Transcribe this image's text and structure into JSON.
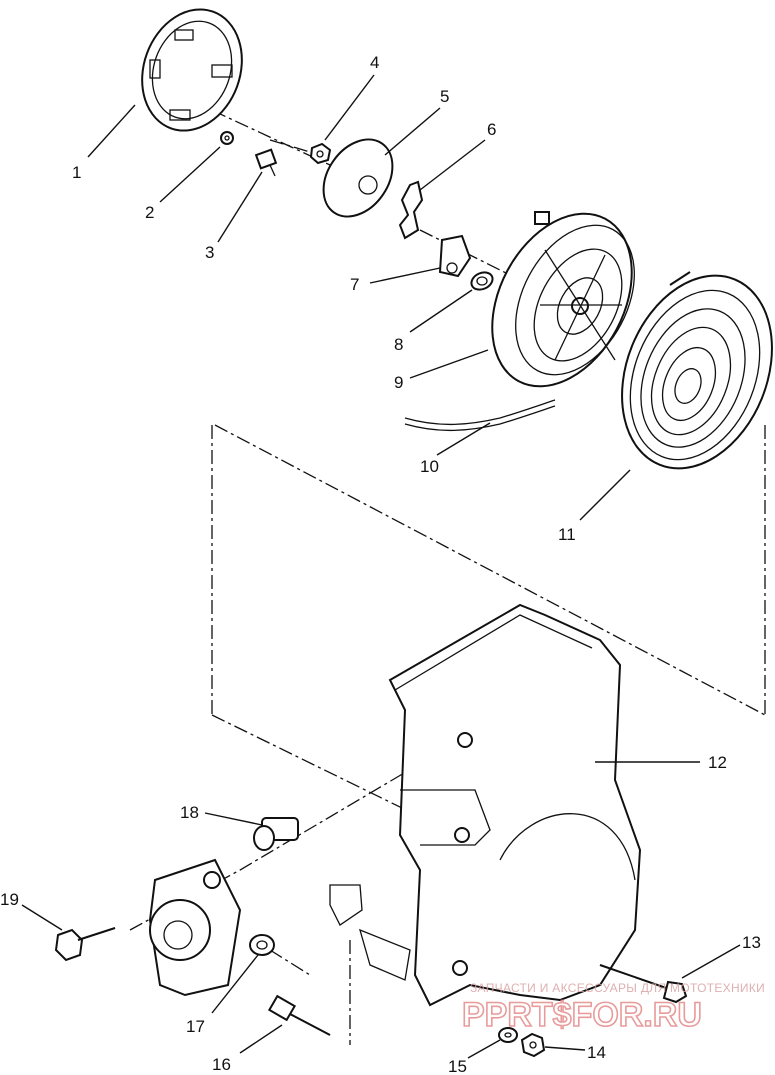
{
  "callouts": [
    "1",
    "2",
    "3",
    "4",
    "5",
    "6",
    "7",
    "8",
    "9",
    "10",
    "11",
    "12",
    "13",
    "14",
    "15",
    "16",
    "17",
    "18",
    "19"
  ],
  "watermark": {
    "line1": "ЗАПЧАСТИ И АКСЕССУАРЫ ДЛЯ МОТОТЕХНИКИ",
    "line2": "PPRT$FOR.RU"
  }
}
